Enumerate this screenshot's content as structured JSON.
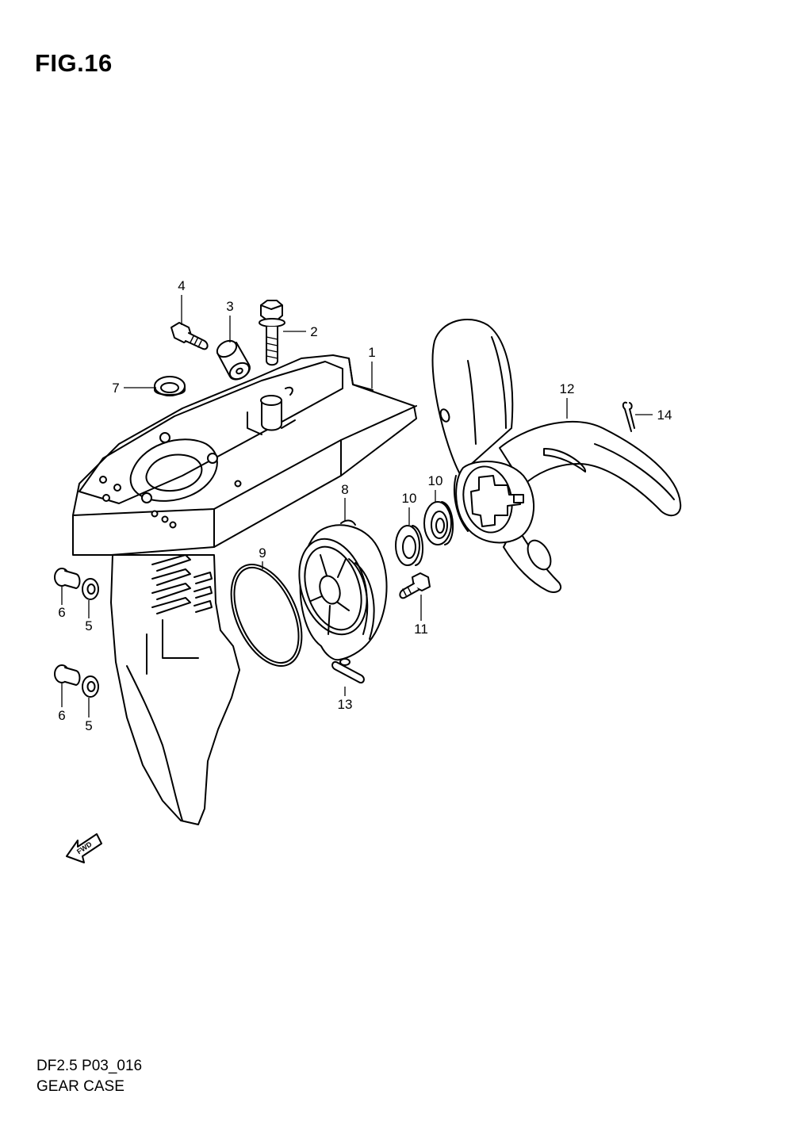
{
  "figure": {
    "title": "FIG.16"
  },
  "footer": {
    "model_code": "DF2.5 P03_016",
    "name": "GEAR CASE"
  },
  "direction_arrow": {
    "label": "FWD"
  },
  "callouts": [
    {
      "key": "c1",
      "label": "1"
    },
    {
      "key": "c2",
      "label": "2"
    },
    {
      "key": "c3",
      "label": "3"
    },
    {
      "key": "c4",
      "label": "4"
    },
    {
      "key": "c5a",
      "label": "5"
    },
    {
      "key": "c5b",
      "label": "5"
    },
    {
      "key": "c6a",
      "label": "6"
    },
    {
      "key": "c6b",
      "label": "6"
    },
    {
      "key": "c7",
      "label": "7"
    },
    {
      "key": "c8",
      "label": "8"
    },
    {
      "key": "c9",
      "label": "9"
    },
    {
      "key": "c10a",
      "label": "10"
    },
    {
      "key": "c10b",
      "label": "10"
    },
    {
      "key": "c11",
      "label": "11"
    },
    {
      "key": "c12",
      "label": "12"
    },
    {
      "key": "c13",
      "label": "13"
    },
    {
      "key": "c14",
      "label": "14"
    }
  ]
}
